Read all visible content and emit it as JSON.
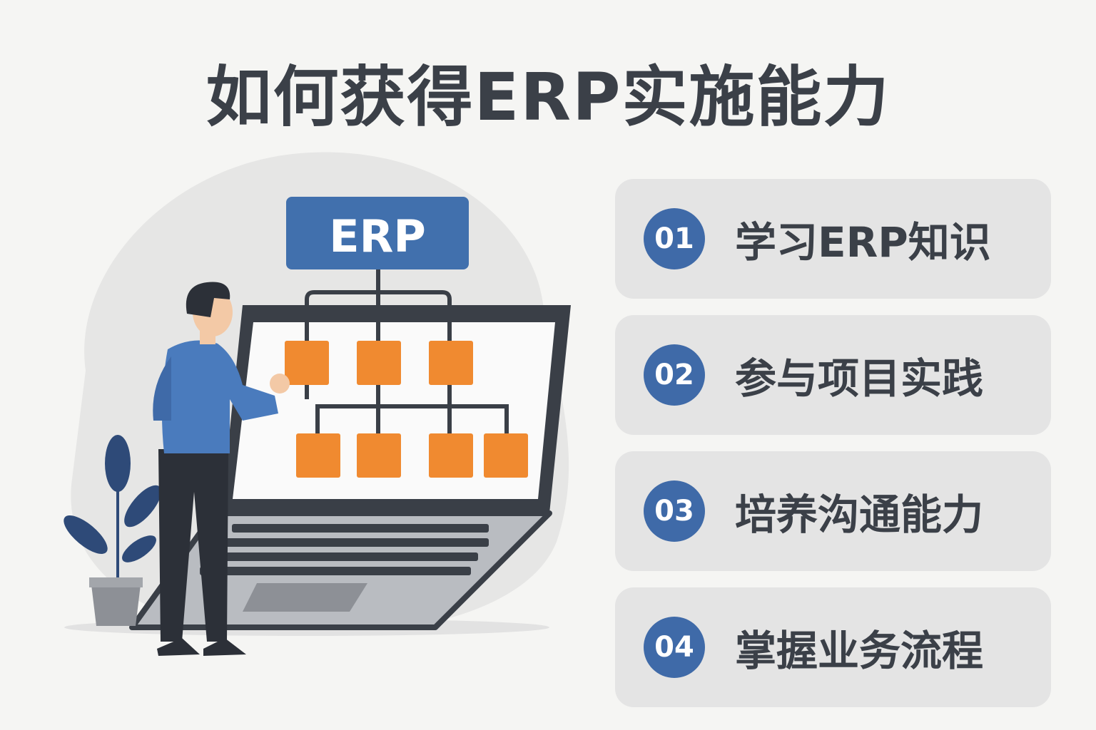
{
  "title": "如何获得ERP实施能力",
  "illustration": {
    "screen_header": "ERP"
  },
  "steps": [
    {
      "num": "01",
      "label": "学习ERP知识"
    },
    {
      "num": "02",
      "label": "参与项目实践"
    },
    {
      "num": "03",
      "label": "培养沟通能力"
    },
    {
      "num": "04",
      "label": "掌握业务流程"
    }
  ],
  "colors": {
    "accent": "#3f6aa8",
    "orange": "#f08a30",
    "text": "#3b4048",
    "card": "#e4e4e4"
  }
}
